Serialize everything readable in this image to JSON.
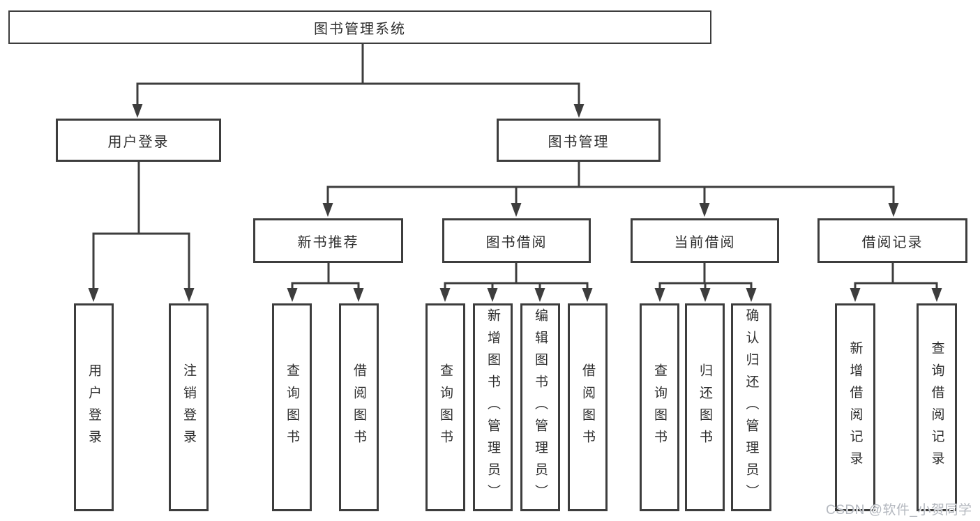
{
  "tree": {
    "label": "图书管理系统",
    "children": [
      {
        "label": "用户登录",
        "children": [
          {
            "label": "用户登录"
          },
          {
            "label": "注销登录"
          }
        ]
      },
      {
        "label": "图书管理",
        "children": [
          {
            "label": "新书推荐",
            "children": [
              {
                "label": "查询图书"
              },
              {
                "label": "借阅图书"
              }
            ]
          },
          {
            "label": "图书借阅",
            "children": [
              {
                "label": "查询图书"
              },
              {
                "label": "新增图书（管理员）"
              },
              {
                "label": "编辑图书（管理员）"
              },
              {
                "label": "借阅图书"
              }
            ]
          },
          {
            "label": "当前借阅",
            "children": [
              {
                "label": "查询图书"
              },
              {
                "label": "归还图书"
              },
              {
                "label": "确认归还（管理员）"
              }
            ]
          },
          {
            "label": "借阅记录",
            "children": [
              {
                "label": "新增借阅记录"
              },
              {
                "label": "查询借阅记录"
              }
            ]
          }
        ]
      }
    ]
  },
  "watermark": {
    "text": "CSDN @软件_小贺同学"
  },
  "colors": {
    "line": "#3d3d3d",
    "text": "#2e2e2e",
    "background": "#ffffff",
    "watermark": "#b4b8bf"
  }
}
